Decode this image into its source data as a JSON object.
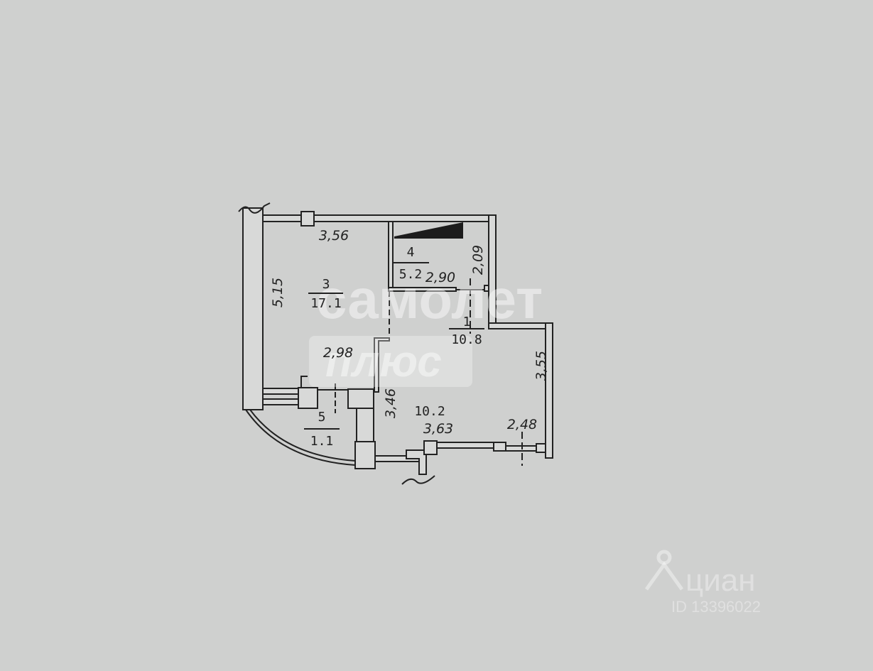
{
  "rooms": [
    {
      "number": "3",
      "area": "17.1"
    },
    {
      "number": "4",
      "area": "5.2"
    },
    {
      "number": "1",
      "area": "10.8"
    },
    {
      "number": "5",
      "area": "1.1"
    }
  ],
  "extra_area": "10.2",
  "dimensions": {
    "top": "3,56",
    "left": "5,15",
    "room4_width": "2,90",
    "room4_height": "2,09",
    "room3_bottom": "2,98",
    "corridor": "3,46",
    "right": "3,55",
    "bottom": "3,63",
    "bottom_right": "2,48"
  },
  "watermarks": {
    "brand": "самолет",
    "brand_sub": "плюс",
    "cian_logo": "циан",
    "cian_id": "ID 13396022"
  }
}
